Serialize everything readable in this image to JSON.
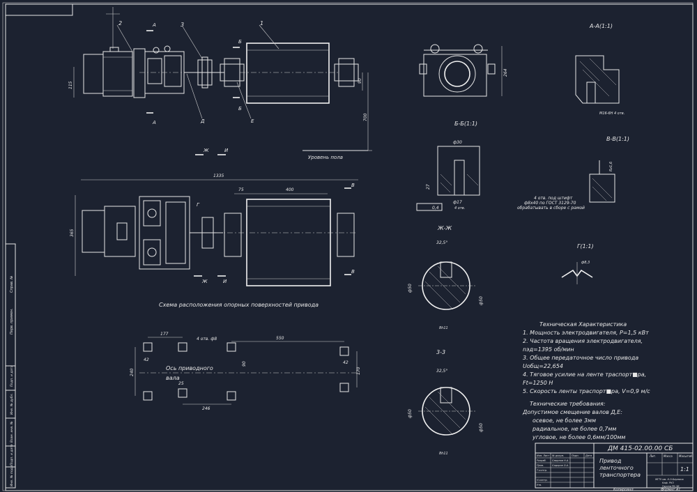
{
  "drawing": {
    "part_labels": [
      "2",
      "3",
      "1"
    ],
    "section_marks": {
      "a_top": "А",
      "a_bottom": "А",
      "b_top": "Б",
      "b_bottom": "Б",
      "d": "Д",
      "e": "Е",
      "zh": "Ж",
      "i": "И",
      "zh2": "Ж",
      "i2": "И",
      "v": "В",
      "v2": "В",
      "g": "Г"
    },
    "dims_side": {
      "h115": "115",
      "d90": "90",
      "d700": "700"
    },
    "floor_level": "Уровень пола",
    "dims_plan": {
      "overall": "1335",
      "d75": "75",
      "d400": "400",
      "width": "365"
    },
    "support_caption": "Схема расположения опорных поверхностей привода",
    "support_dims": {
      "d177": "177",
      "d550": "550",
      "holes": "4 отв. ф8",
      "d42a": "42",
      "d42b": "42",
      "d90": "90",
      "d240": "240",
      "d170": "170",
      "d246": "246",
      "d25": "25"
    },
    "axis_label": "Ось приводного вала",
    "view_aa": {
      "title": "А-А(1:1)",
      "dim": "264",
      "note": "М16-6Н 4 отв."
    },
    "view_bb": {
      "title": "Б-Б(1:1)",
      "d30": "ф30",
      "d27": "27",
      "d17": "ф17",
      "tol": "0,4",
      "holes": "4 отв."
    },
    "view_vv": {
      "title": "В-В(1:1)",
      "dim": "Rz1,6",
      "note_lines": [
        "4 отв. под штифт",
        "ф8х40 по ГОСТ 3129-70",
        "обрабатывать в сборе с рамой"
      ]
    },
    "view_zhzh": {
      "title": "Ж-Ж",
      "angle": "32,5°",
      "d_left": "ф50",
      "d_right": "ф50",
      "fit": "8h11"
    },
    "view_33": {
      "title": "3-3",
      "angle": "32,5°",
      "d_left": "ф50",
      "d_right": "ф50",
      "fit": "8h11"
    },
    "view_g": {
      "title": "Г(1:1)",
      "dim": "ф8,3"
    },
    "tech_char": {
      "title": "Техническая Характеристика",
      "lines": [
        "1. Мощность электродвигателя, P=1,5 кВт",
        "2. Частота вращения электродвигателя,",
        "nэд=1395 об/мин",
        "3. Общее передаточное число привода",
        "Uобщ=22,654",
        "4. Тяговое усилие на ленте траспорт■ра,",
        "Ft=1250 Н",
        "5. Скорость ленты траспорт■ра, V=0,9 м/с"
      ]
    },
    "tech_req": {
      "title": "Технические требования:",
      "lines": [
        "Допустимое смещение валов Д,Е:",
        "осевое, не более 3мм",
        "радиальное, не более 0,7мм",
        "угловое, не более 0,6мм/100мм"
      ]
    },
    "title_block": {
      "code": "ДМ 415-02.00.00 СБ",
      "name": "Привод ленточного транспортера",
      "scale": "1:1",
      "cols": [
        "Лит.",
        "Масса",
        "Масштаб"
      ],
      "org": [
        "МГТУ им. Н.Э.Баумана",
        "Каф. РК3",
        "Группа РК-3В"
      ],
      "bottom": [
        "Копировал",
        "Формат A1"
      ],
      "rows": [
        "Изм. Лист",
        "№ докум.",
        "Подп.",
        "Дата",
        "Разраб.",
        "Смирнов Н.А.",
        "Пров.",
        "Сидоров О.А.",
        "Т.контр.",
        "Н.контр.",
        "Утв."
      ]
    },
    "side_stamp": [
      "Инв. № подл.",
      "Подп. и дата",
      "Взам. инв. №",
      "Инв. № дубл.",
      "Подп. и дата",
      "Справ. №",
      "Перв. примен."
    ],
    "colors": {
      "background": "#1c2230",
      "line": "#e8e8e8"
    }
  }
}
